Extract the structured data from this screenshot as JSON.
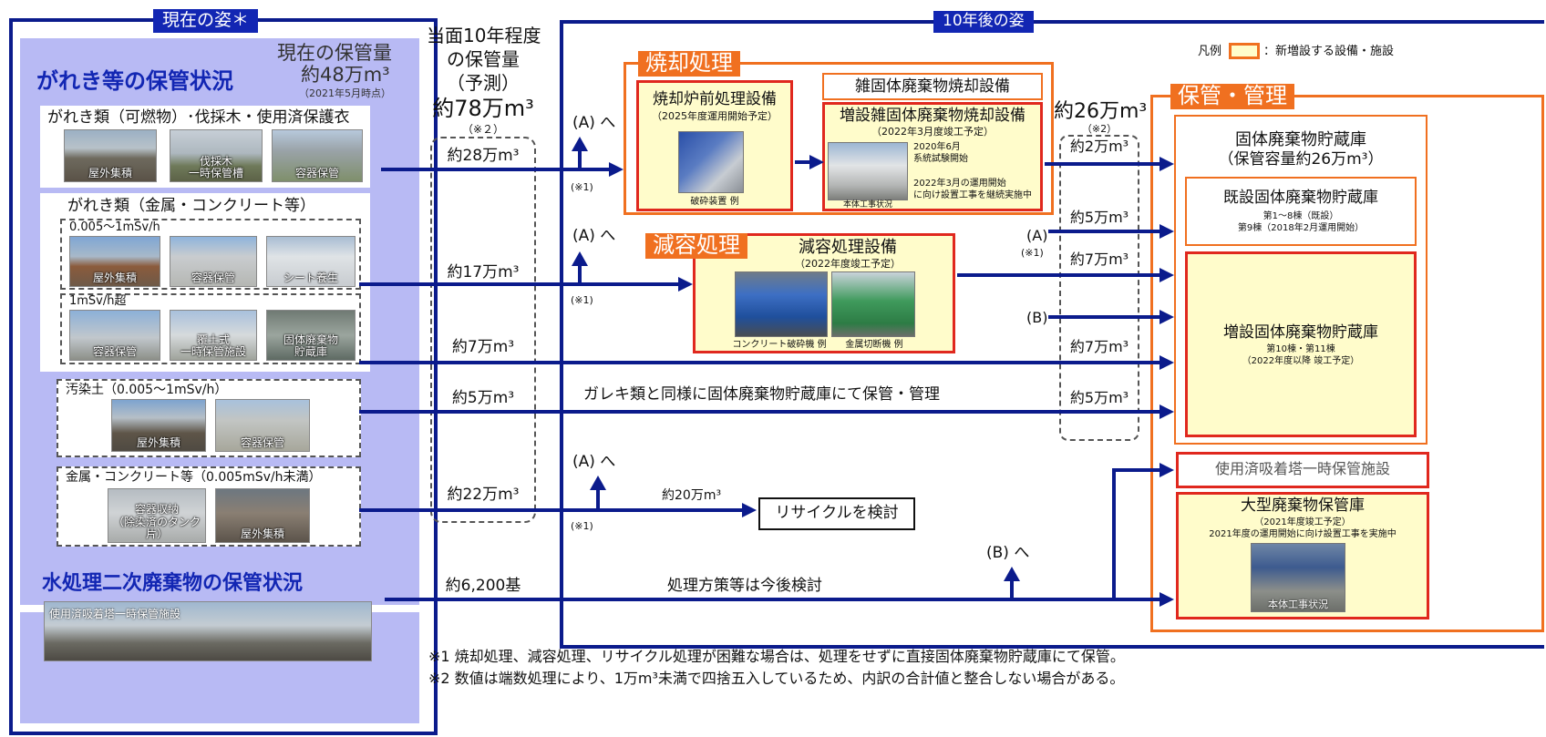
{
  "current": {
    "badge": "現在の姿＊",
    "storage_title": "がれき等の保管状況",
    "amount_label": "現在の保管量",
    "amount_value": "約48万m³",
    "amount_date": "（2021年5月時点）",
    "group1": {
      "title": "がれき類（可燃物）･伐採木・使用済保護衣",
      "photos": [
        "屋外集積",
        "伐採木\n一時保管槽",
        "容器保管"
      ]
    },
    "group2": {
      "title": "がれき類（金属・コンクリート等）",
      "sub1": {
        "label": "0.005～1mSv/h",
        "photos": [
          "屋外集積",
          "容器保管",
          "シート養生"
        ]
      },
      "sub2": {
        "label": "1mSv/h超",
        "photos": [
          "容器保管",
          "覆土式\n一時保管施設",
          "固体廃棄物\n貯蔵庫"
        ]
      }
    },
    "group3": {
      "title": "汚染土（0.005～1mSv/h）",
      "photos": [
        "屋外集積",
        "容器保管"
      ]
    },
    "group4": {
      "title": "金属・コンクリート等（0.005mSv/h未満）",
      "photos": [
        "容器収納\n（除染済のタンク片）",
        "屋外集積"
      ]
    },
    "water_title": "水処理二次廃棄物の保管状況",
    "water_photo": "使用済吸着塔一時保管施設"
  },
  "forecast": {
    "header": [
      "当面10年程度",
      "の保管量",
      "（予測）"
    ],
    "total": "約78万m³",
    "note": "（※２）",
    "rows": [
      "約28万m³",
      "約17万m³",
      "約7万m³",
      "約5万m³",
      "約22万m³",
      "約6,200基"
    ]
  },
  "future": {
    "badge": "10年後の姿",
    "legend_label": "凡例",
    "legend_text": "：新増設する設備・施設",
    "incineration": {
      "badge": "焼却処理",
      "pre": {
        "title": "焼却炉前処理設備",
        "sub": "（2025年度運用開始予定）",
        "photo": "破砕装置 例"
      },
      "existing": "雑固体廃棄物焼却設備",
      "added": {
        "title": "増設雑固体廃棄物焼却設備",
        "sub": "（2022年3月度竣工予定）",
        "photo": "本体工事状況",
        "note1": "2020年6月\n系統試験開始",
        "note2": "2022年3月の運用開始\nに向け設置工事を継続実施中"
      }
    },
    "volume": {
      "badge": "減容処理",
      "title": "減容処理設備",
      "sub": "（2022年度竣工予定）",
      "photos": [
        "コンクリート破砕機 例",
        "金属切断機 例"
      ]
    },
    "a_to": "(A) へ",
    "b_to": "(B) へ",
    "a_label": "(A)",
    "b_label": "(B)",
    "star1": "(※1)",
    "out_total": "約26万m³",
    "out_note": "（※2）",
    "out_rows": [
      "約2万m³",
      "約5万m³",
      "約7万m³",
      "約7万m³",
      "約5万m³"
    ],
    "soil_text": "ガレキ類と同様に固体廃棄物貯蔵庫にて保管・管理",
    "recycle_amount": "約20万m³",
    "recycle_box": "リサイクルを検討",
    "water_text": "処理方策等は今後検討",
    "storage": {
      "badge": "保管・管理",
      "title": "固体廃棄物貯蔵庫",
      "capacity": "（保管容量約26万m³）",
      "existing": {
        "title": "既設固体廃棄物貯蔵庫",
        "line1": "第1～8棟（既設）",
        "line2": "第9棟（2018年2月運用開始）"
      },
      "added": {
        "title": "増設固体廃棄物貯蔵庫",
        "line1": "第10棟・第11棟",
        "line2": "（2022年度以降 竣工予定）"
      },
      "tower": "使用済吸着塔一時保管施設",
      "large": {
        "title": "大型廃棄物保管庫",
        "line1": "（2021年度竣工予定）",
        "line2": "2021年度の運用開始に向け設置工事を実施中",
        "photo": "本体工事状況"
      }
    },
    "footnote1": "※1 焼却処理、減容処理、リサイクル処理が困難な場合は、処理をせずに直接固体廃棄物貯蔵庫にて保管。",
    "footnote2": "※2 数値は端数処理により、1万m³未満で四捨五入しているため、内訳の合計値と整合しない場合がある。"
  },
  "colors": {
    "navy": "#0b1b8c",
    "orange": "#f07020",
    "red": "#e0281e",
    "lavender": "#b8baf4",
    "cream": "#fffccb"
  }
}
